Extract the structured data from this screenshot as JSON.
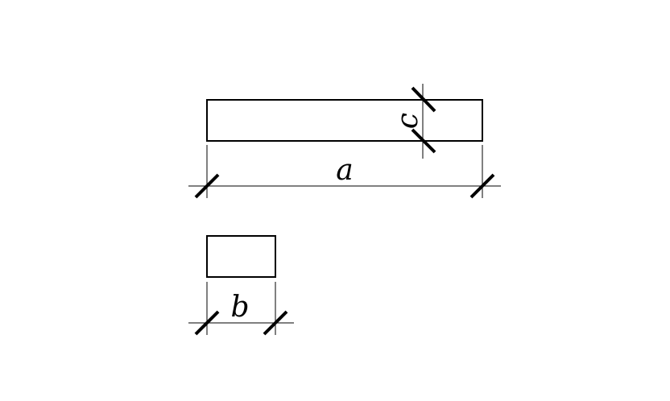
{
  "labels": {
    "length": "a",
    "width": "b",
    "thickness": "c"
  },
  "colors": {
    "stroke": "#000000",
    "background": "#ffffff"
  }
}
